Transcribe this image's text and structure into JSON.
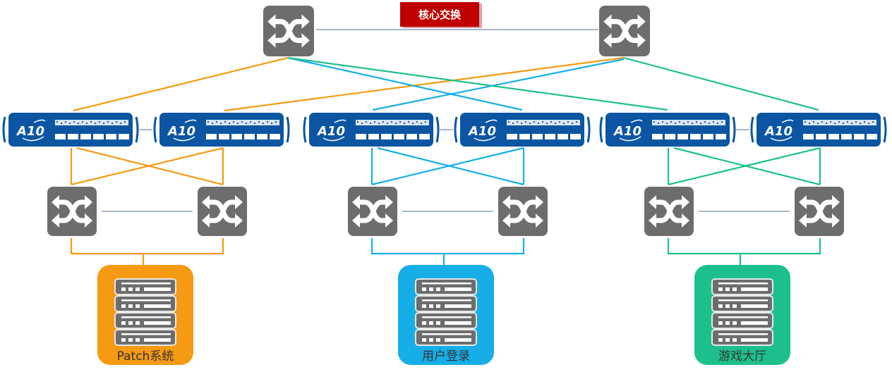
{
  "title": "核心交换",
  "colors": {
    "core_label_bg": "#c00000",
    "switch_gray": "#6d6d6d",
    "adc_blue": "#0b55a3",
    "trunk_line": "#a9b6cf",
    "group_patch": "#f59a12",
    "group_login": "#17aee8",
    "group_lobby": "#1dc08c"
  },
  "core_switches": [
    {
      "id": "core-switch-left",
      "icon": "switch-icon"
    },
    {
      "id": "core-switch-right",
      "icon": "switch-icon"
    }
  ],
  "adc_devices": {
    "brand": "A10",
    "count": 6,
    "icon": "load-balancer-icon"
  },
  "groups": [
    {
      "key": "patch",
      "label": "Patch系统",
      "color": "#f59a12"
    },
    {
      "key": "login",
      "label": "用户登录",
      "color": "#17aee8"
    },
    {
      "key": "lobby",
      "label": "游戏大厅",
      "color": "#1dc08c"
    }
  ]
}
